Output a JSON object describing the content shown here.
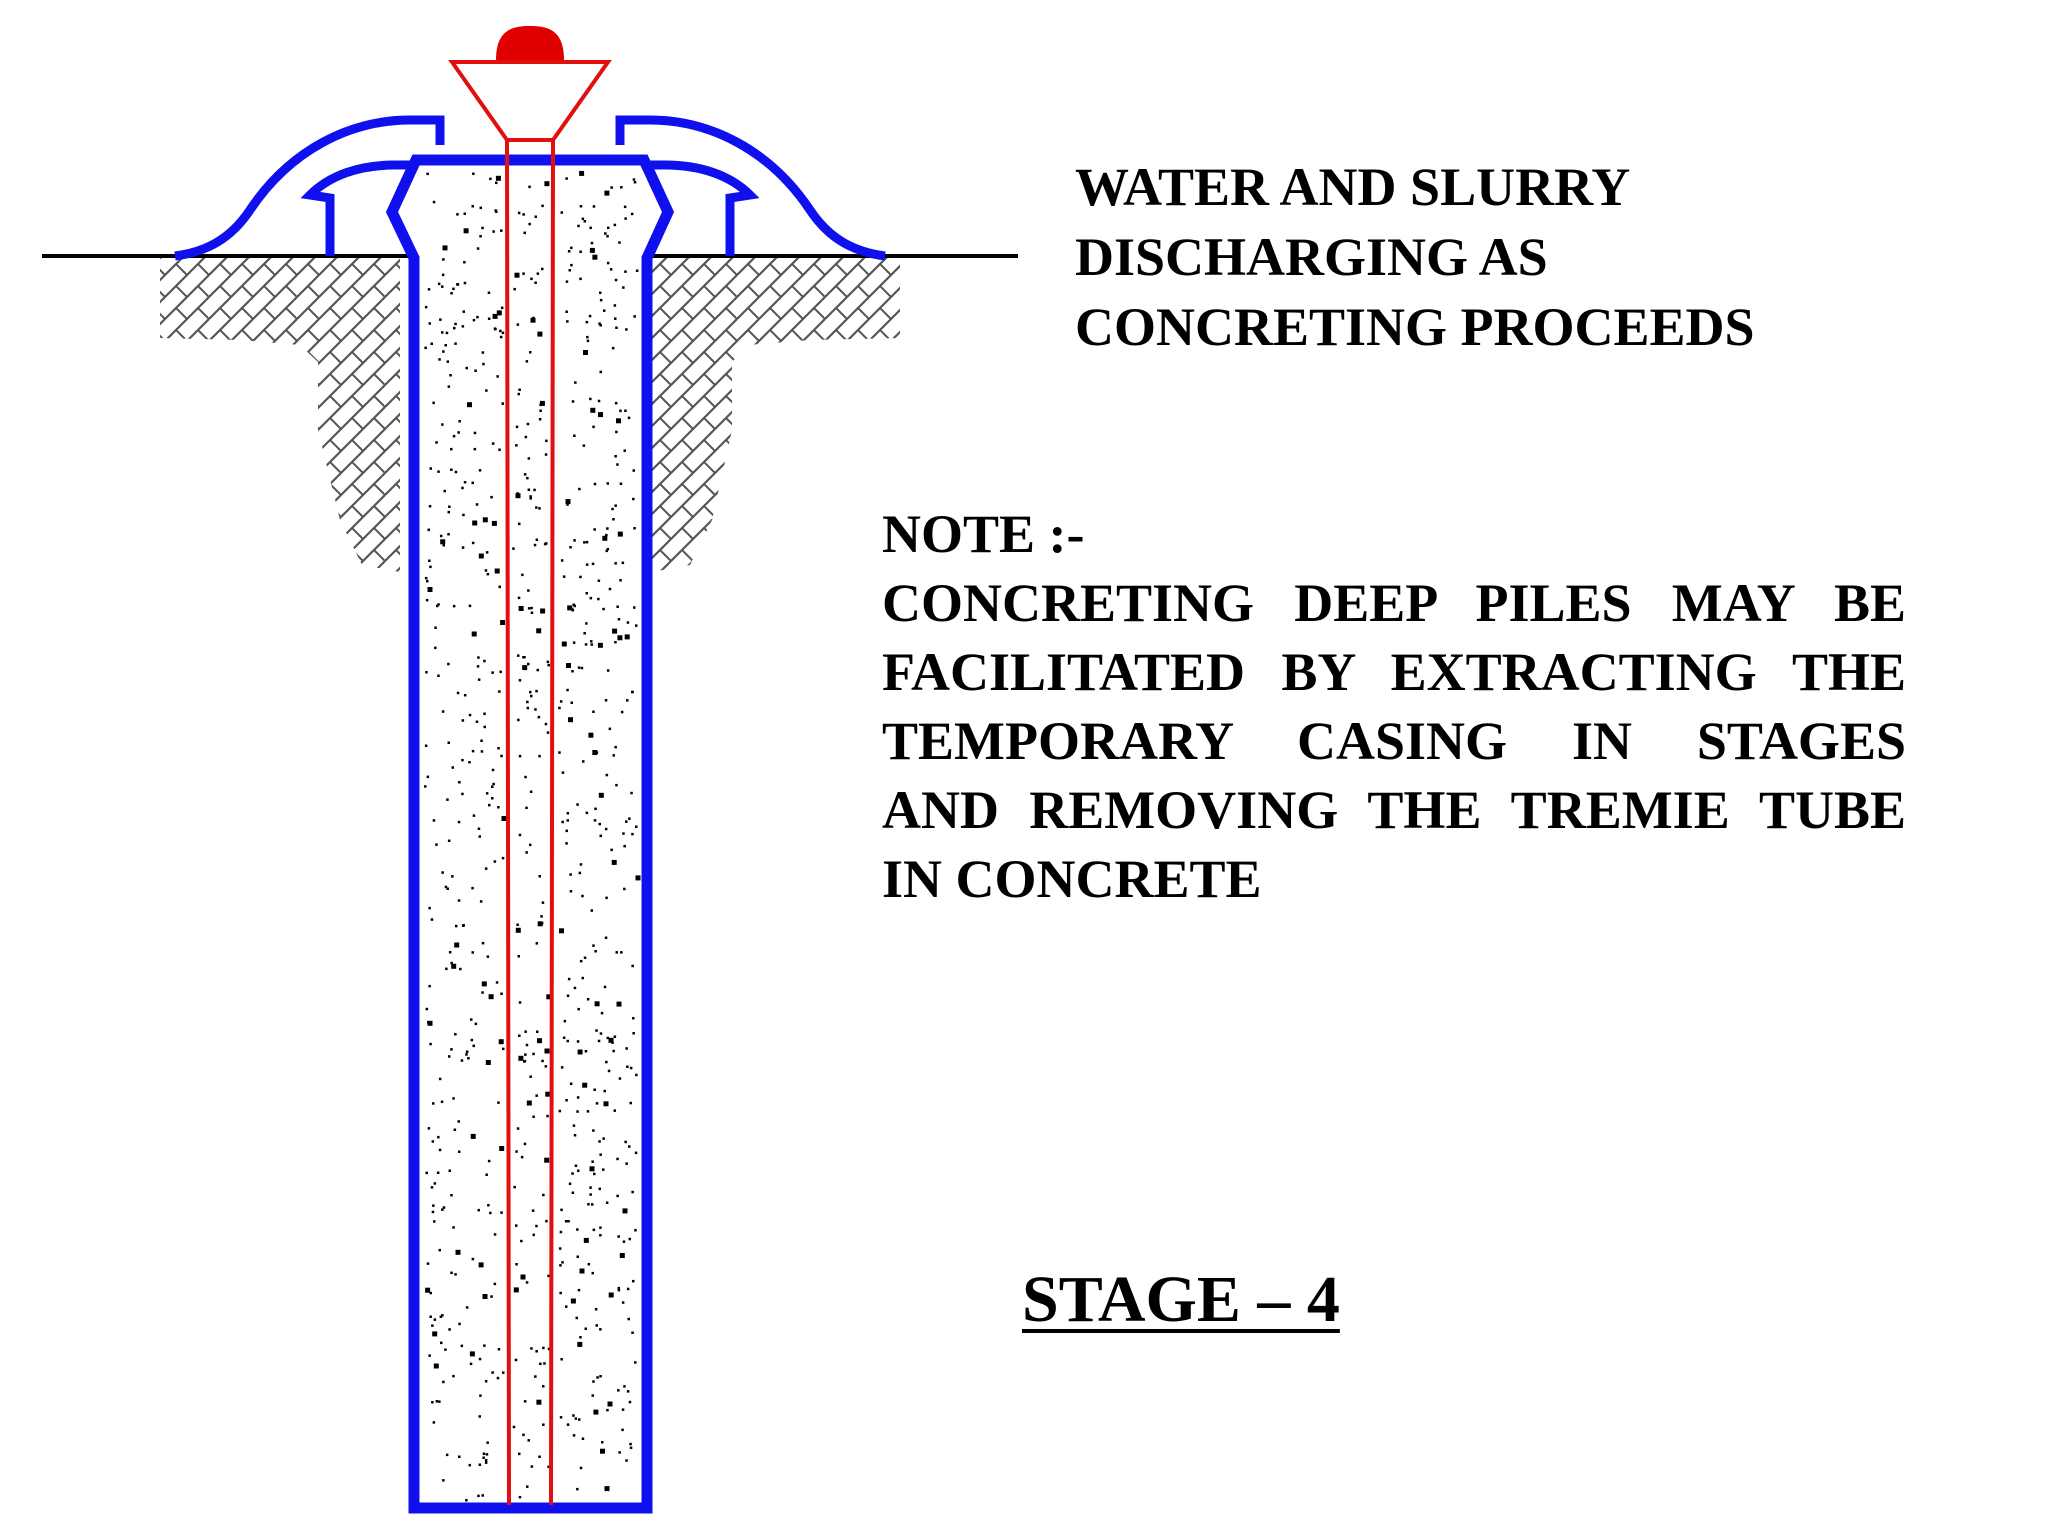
{
  "annotations": {
    "discharge_lines": [
      "WATER AND SLURRY",
      "DISCHARGING AS",
      "CONCRETING PROCEEDS"
    ],
    "note_title": "NOTE :-",
    "note_lines": [
      "CONCRETING DEEP PILES MAY BE",
      "FACILITATED BY EXTRACTING THE",
      "TEMPORARY CASING IN STAGES",
      "AND REMOVING THE TREMIE TUBE",
      "IN CONCRETE"
    ],
    "stage_label": "STAGE – 4"
  },
  "colors": {
    "casing": "#1010ee",
    "tremie": "#e01010",
    "ground_line": "#000000",
    "concrete_fill": "#ffffff",
    "soil_hatch": "#555555",
    "hopper_fill": "#e00000"
  }
}
